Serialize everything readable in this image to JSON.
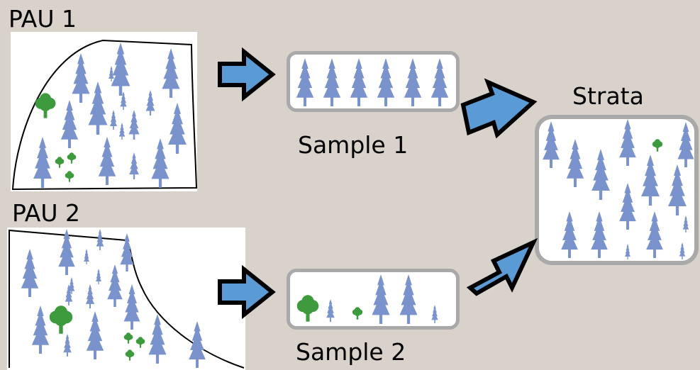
{
  "labels": {
    "pau1": "PAU 1",
    "pau2": "PAU 2",
    "sample1": "Sample 1",
    "sample2": "Sample 2",
    "strata": "Strata"
  },
  "colors": {
    "background": "#d8d2ca",
    "conifer": "#7b93cc",
    "deciduous": "#3d9a3d",
    "arrow_fill": "#5a9bd5",
    "box_border": "#a9a9a9"
  },
  "icons": {
    "conifer": "conifer-tree-icon",
    "deciduous": "deciduous-tree-icon",
    "arrow": "right-arrow-icon"
  }
}
